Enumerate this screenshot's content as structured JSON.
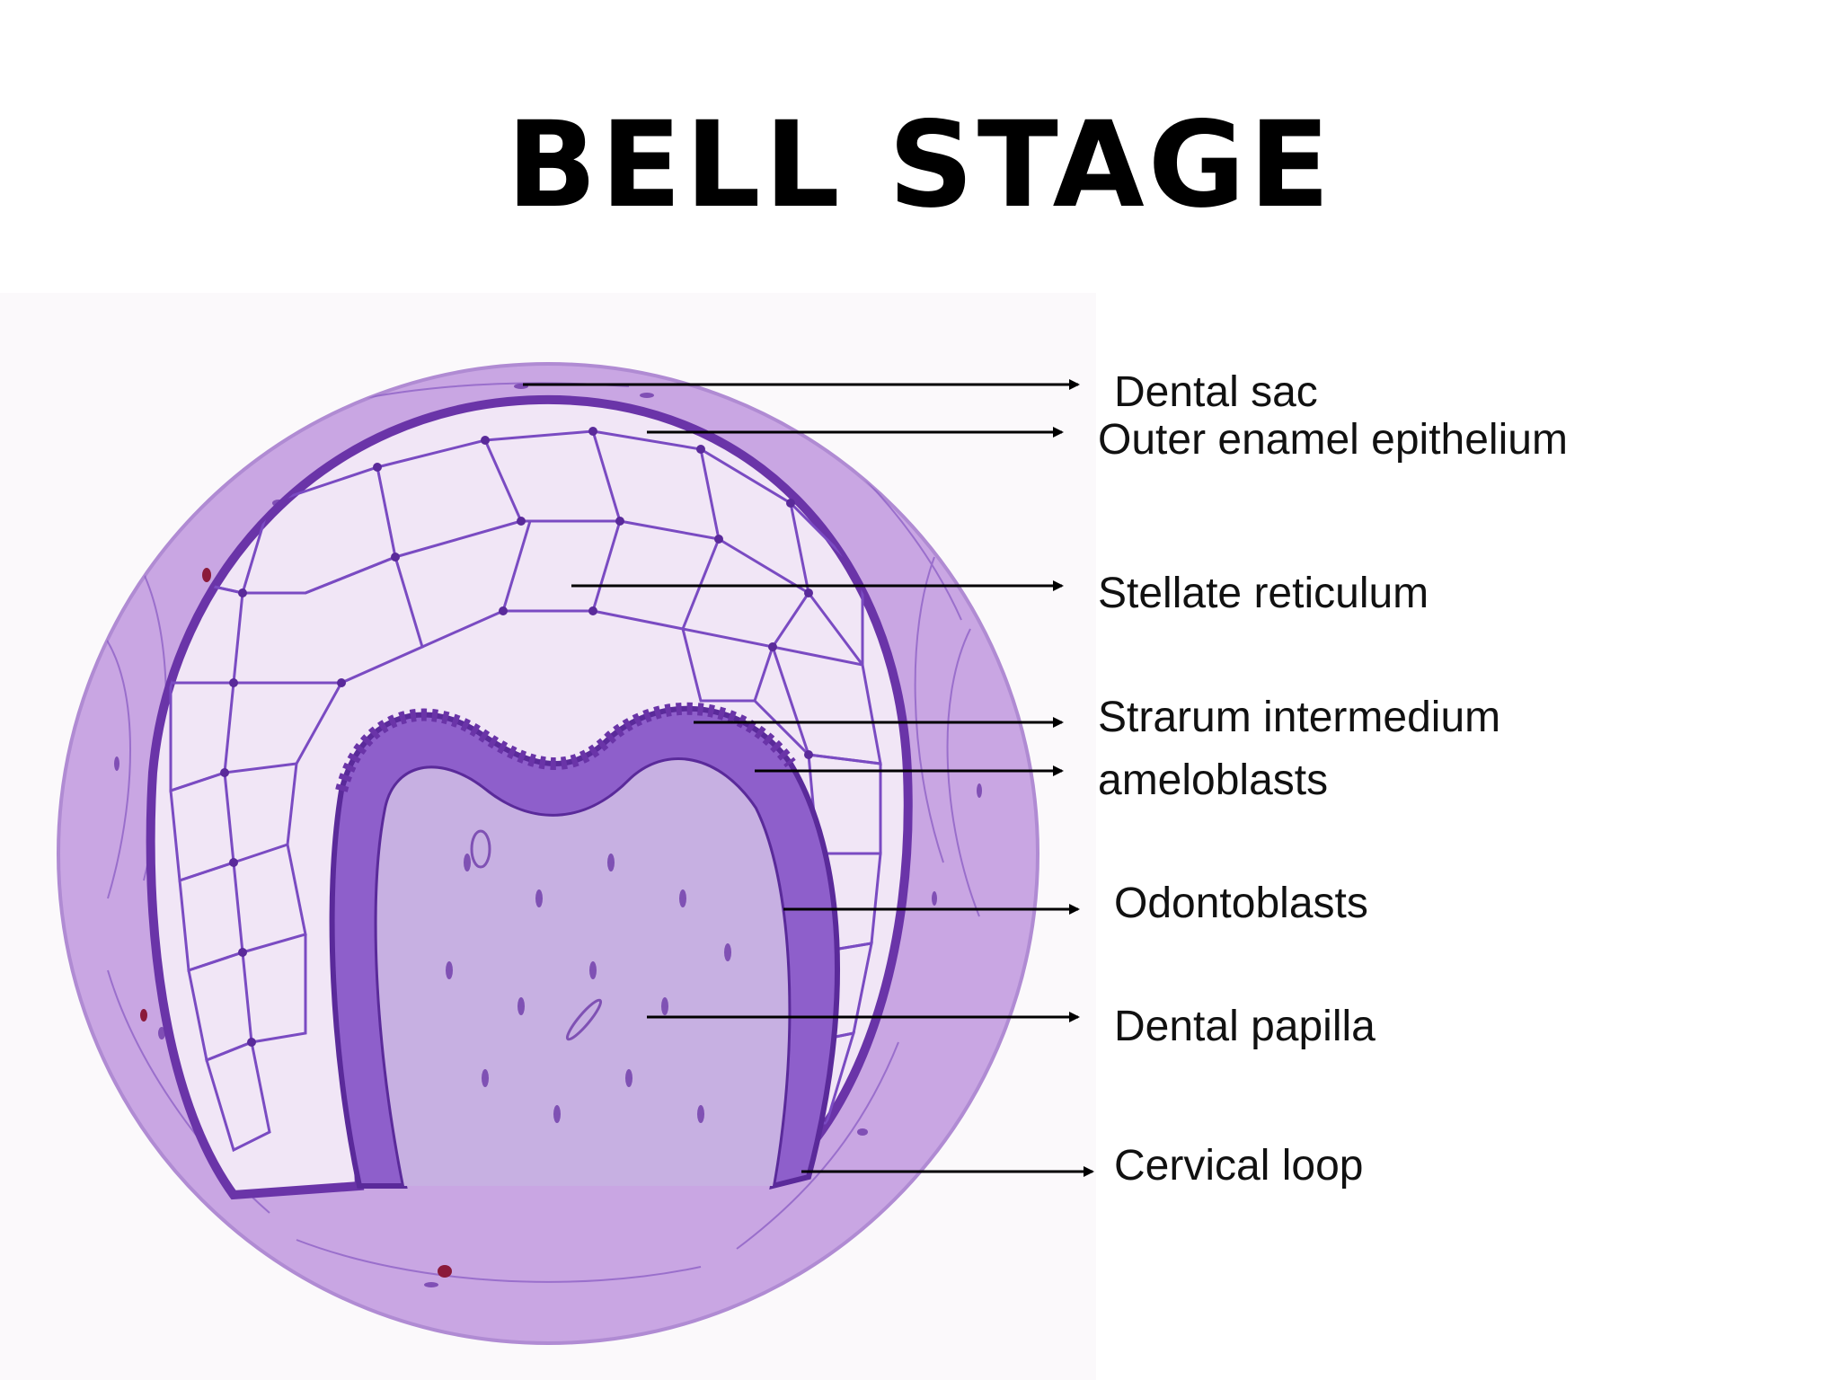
{
  "slide": {
    "title": "BELL STAGE"
  },
  "diagram": {
    "image_description_icon": "tooth-germ-histology-icon",
    "colors": {
      "outer_tissue": "#c9a6e3",
      "cell_walls": "#7a4bc2",
      "membrane": "#6a34a8",
      "papilla": "#c7b0e2",
      "accent_red": "#8b1a3a"
    },
    "labels": [
      {
        "id": "dental-sac",
        "text": "Dental sac"
      },
      {
        "id": "outer-enamel-epithelium",
        "text": "Outer enamel epithelium"
      },
      {
        "id": "stellate-reticulum",
        "text": "Stellate reticulum"
      },
      {
        "id": "strarum-intermedium",
        "text": "Strarum intermedium"
      },
      {
        "id": "ameloblasts",
        "text": "ameloblasts"
      },
      {
        "id": "odontoblasts",
        "text": "Odontoblasts"
      },
      {
        "id": "dental-papilla",
        "text": "Dental papilla"
      },
      {
        "id": "cervical-loop",
        "text": "Cervical loop"
      }
    ]
  }
}
